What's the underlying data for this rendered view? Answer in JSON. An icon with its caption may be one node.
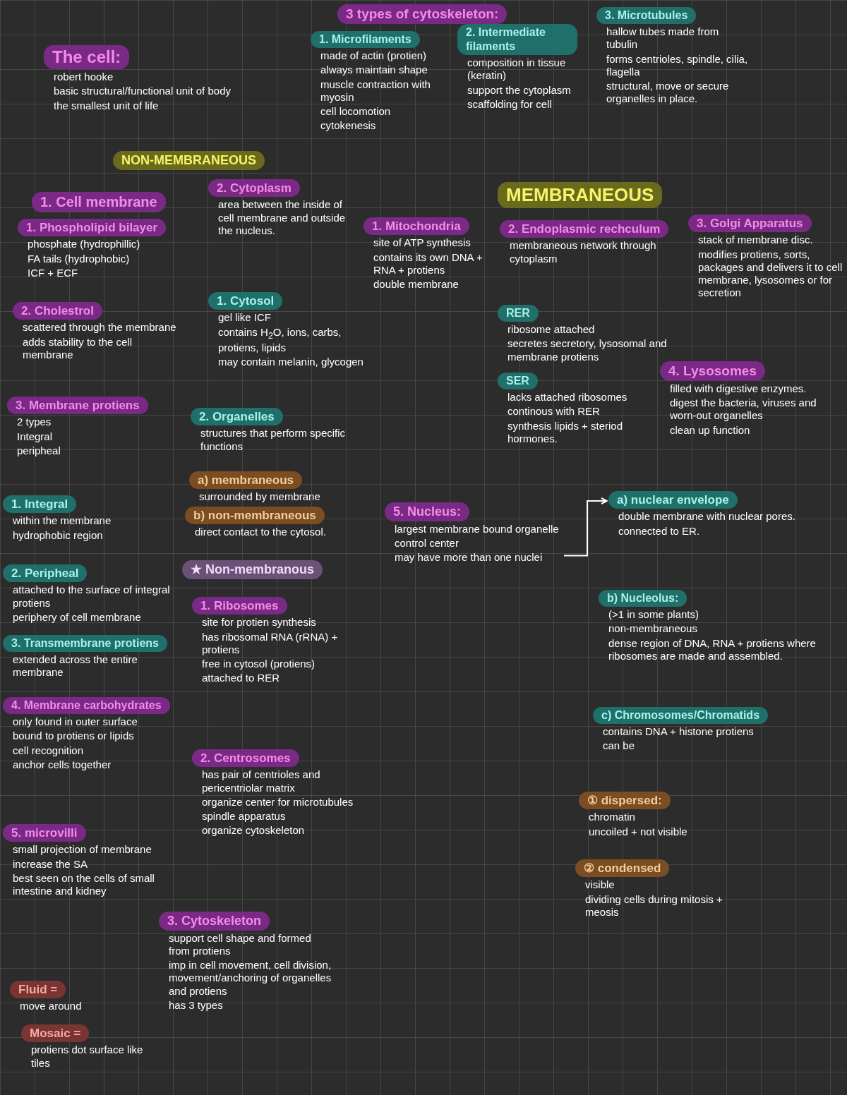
{
  "diagram": {
    "nodes": [
      {
        "text": [
          "3 types of cytoskeleton:"
        ]
      },
      {
        "text": [
          "1. Microfilaments"
        ],
        "beside": [
          "made of actin (protien)",
          "always maintain shape",
          "muscle contraction with myosin",
          "cell locomotion",
          "cytokenesis"
        ]
      },
      {
        "text": [
          "2. Intermediate filaments"
        ],
        "beside": [
          "composition in tissue (keratin)",
          "support the cytoplasm",
          "scaffolding for cell"
        ]
      },
      {
        "text": [
          "3. Microtubules"
        ],
        "beside": [
          "hallow tubes made from tubulin",
          "forms centrioles, spindle, cilia, flagella",
          "structural, move or secure organelles in place."
        ]
      },
      {
        "text": [
          "The cell:"
        ],
        "beside": [
          "robert hooke",
          "basic structural/functional unit of body",
          "the smallest unit of life"
        ]
      },
      {
        "text": [
          "NON-MEMBRANEOUS"
        ]
      },
      {
        "text": [
          "1. Cell membrane"
        ]
      },
      {
        "text": [
          "1. Phospholipid bilayer"
        ],
        "beside": [
          "phosphate (hydrophillic)",
          "FA tails (hydrophobic)",
          "ICF + ECF"
        ]
      },
      {
        "text": [
          "2. Cholestrol"
        ],
        "beside": [
          "scattered through the membrane",
          "adds stability to the cell membrane"
        ]
      },
      {
        "text": [
          "3. Membrane protiens"
        ],
        "beside": [
          "2 types",
          "Integral",
          "peripheal"
        ]
      },
      {
        "text": [
          "1. Integral"
        ],
        "beside": [
          "within the membrane",
          "hydrophobic region"
        ]
      },
      {
        "text": [
          "2. Peripheal"
        ],
        "beside": [
          "attached to the surface of integral protiens",
          "periphery of cell membrane"
        ]
      },
      {
        "text": [
          "3. Transmembrane protiens"
        ],
        "beside": [
          "extended across the entire membrane"
        ]
      },
      {
        "text": [
          "4. Membrane carbohydrates"
        ],
        "beside": [
          "only found in outer surface",
          "bound to protiens or lipids",
          "cell recognition",
          "anchor cells together"
        ]
      },
      {
        "text": [
          "5. microvilli"
        ],
        "beside": [
          "small projection of membrane",
          "increase the SA",
          "best seen on the cells of small intestine and kidney"
        ]
      },
      {
        "text": [
          "Fluid ="
        ],
        "beside": [
          "move around"
        ]
      },
      {
        "text": [
          "Mosaic ="
        ],
        "beside": [
          "protiens dot surface like tiles"
        ]
      },
      {
        "text": [
          "2. Cytoplasm"
        ],
        "beside": [
          "area between the inside of cell membrane and outside the nucleus."
        ]
      },
      {
        "text": [
          "1. Cytosol"
        ],
        "beside": [
          "gel like ICF",
          "contains H$_{2}$O, ions, carbs, protiens, lipids",
          "may contain melanin, glycogen"
        ]
      },
      {
        "text": [
          "2. Organelles"
        ],
        "beside": [
          "structures that perform specific functions"
        ]
      },
      {
        "text": [
          "a) membraneous"
        ],
        "beside": [
          "surrounded by membrane"
        ]
      },
      {
        "text": [
          "b) non-membraneous"
        ],
        "beside": [
          "direct contact to the cytosol."
        ]
      },
      {
        "text": [
          "★ Non-membranous"
        ]
      },
      {
        "text": [
          "1. Ribosomes"
        ],
        "beside": [
          "site for protien synthesis",
          "has ribosomal RNA (rRNA) + protiens",
          "free in cytosol (protiens)",
          "attached to RER"
        ]
      },
      {
        "text": [
          "2. Centrosomes"
        ],
        "beside": [
          "has pair of centrioles and pericentriolar matrix",
          "organize center for microtubules",
          "spindle apparatus",
          "organize cytoskeleton"
        ]
      },
      {
        "text": [
          "3. Cytoskeleton"
        ],
        "beside": [
          "support cell shape and formed from protiens",
          "imp in cell movement, cell division, movement/anchoring of organelles and protiens",
          "has 3 types"
        ]
      },
      {
        "text": [
          "MEMBRANEOUS"
        ]
      },
      {
        "text": [
          "1. Mitochondria"
        ],
        "beside": [
          "site of ATP synthesis",
          "contains its own DNA + RNA + protiens",
          "double membrane"
        ]
      },
      {
        "text": [
          "2. Endoplasmic rechculum"
        ],
        "beside": [
          "membraneous network through cytoplasm"
        ]
      },
      {
        "text": [
          "RER"
        ],
        "beside": [
          "ribosome attached",
          "secretes secretory, lysosomal and membrane protiens"
        ]
      },
      {
        "text": [
          "SER"
        ],
        "beside": [
          "lacks attached ribosomes",
          "continous with RER",
          "synthesis lipids + steriod hormones."
        ]
      },
      {
        "text": [
          "3. Golgi Apparatus"
        ],
        "beside": [
          "stack of membrane disc.",
          "modifies protiens, sorts, packages and delivers it to cell membrane, lysosomes or for secretion"
        ]
      },
      {
        "text": [
          "4. Lysosomes"
        ],
        "beside": [
          "filled with digestive enzymes.",
          "digest the bacteria, viruses and worn-out organelles",
          "clean up function"
        ]
      },
      {
        "text": [
          "5. Nucleus:"
        ],
        "beside": [
          "largest membrane bound organelle",
          "control center",
          "may have more than one nuclei"
        ]
      },
      {
        "text": [
          "a) nuclear envelope"
        ],
        "beside": [
          "double membrane with nuclear pores.",
          "connected to ER."
        ]
      },
      {
        "text": [
          "b) Nucleolus:"
        ],
        "beside": [
          "(>1 in some plants)",
          "non-membraneous",
          "dense region of DNA, RNA + protiens where ribosomes are made and assembled."
        ]
      },
      {
        "text": [
          "c) Chromosomes/Chromatids"
        ],
        "beside": [
          "contains DNA + histone protiens",
          "can be"
        ]
      },
      {
        "text": [
          "① dispersed:"
        ],
        "beside": [
          "chromatin",
          "uncoiled + not visible"
        ]
      },
      {
        "text": [
          "② condensed"
        ],
        "beside": [
          "visible",
          "dividing cells during mitosis + meosis"
        ]
      }
    ],
    "edges": [
      {
        "from": 33,
        "to": 34,
        "arrow": "to"
      }
    ]
  }
}
